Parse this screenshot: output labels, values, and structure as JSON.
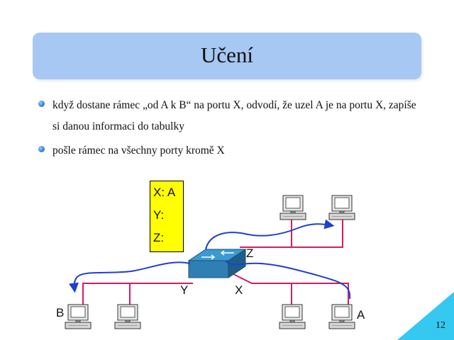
{
  "slide": {
    "title": "Učení",
    "bullets": [
      "když dostane rámec „od A k B“ na portu X, odvodí, že uzel A je na portu X, zapíše si danou informaci do tabulky",
      "pošle rámec na všechny porty kromě X"
    ],
    "page_number": "12"
  },
  "table": {
    "rows": [
      "X: A",
      "Y:",
      "Z:"
    ]
  },
  "diagram": {
    "port_labels": {
      "z": "Z",
      "y": "Y",
      "x": "X"
    },
    "node_labels": {
      "b": "B",
      "a": "A"
    }
  },
  "colors": {
    "title_bg": "#a6c8f2",
    "table_bg": "#ffff00",
    "link": "#d81b60",
    "arrow": "#1f3fcf",
    "corner": "#35c8f0"
  },
  "icons": {
    "switch": "network-switch-icon",
    "computer": "computer-icon"
  }
}
